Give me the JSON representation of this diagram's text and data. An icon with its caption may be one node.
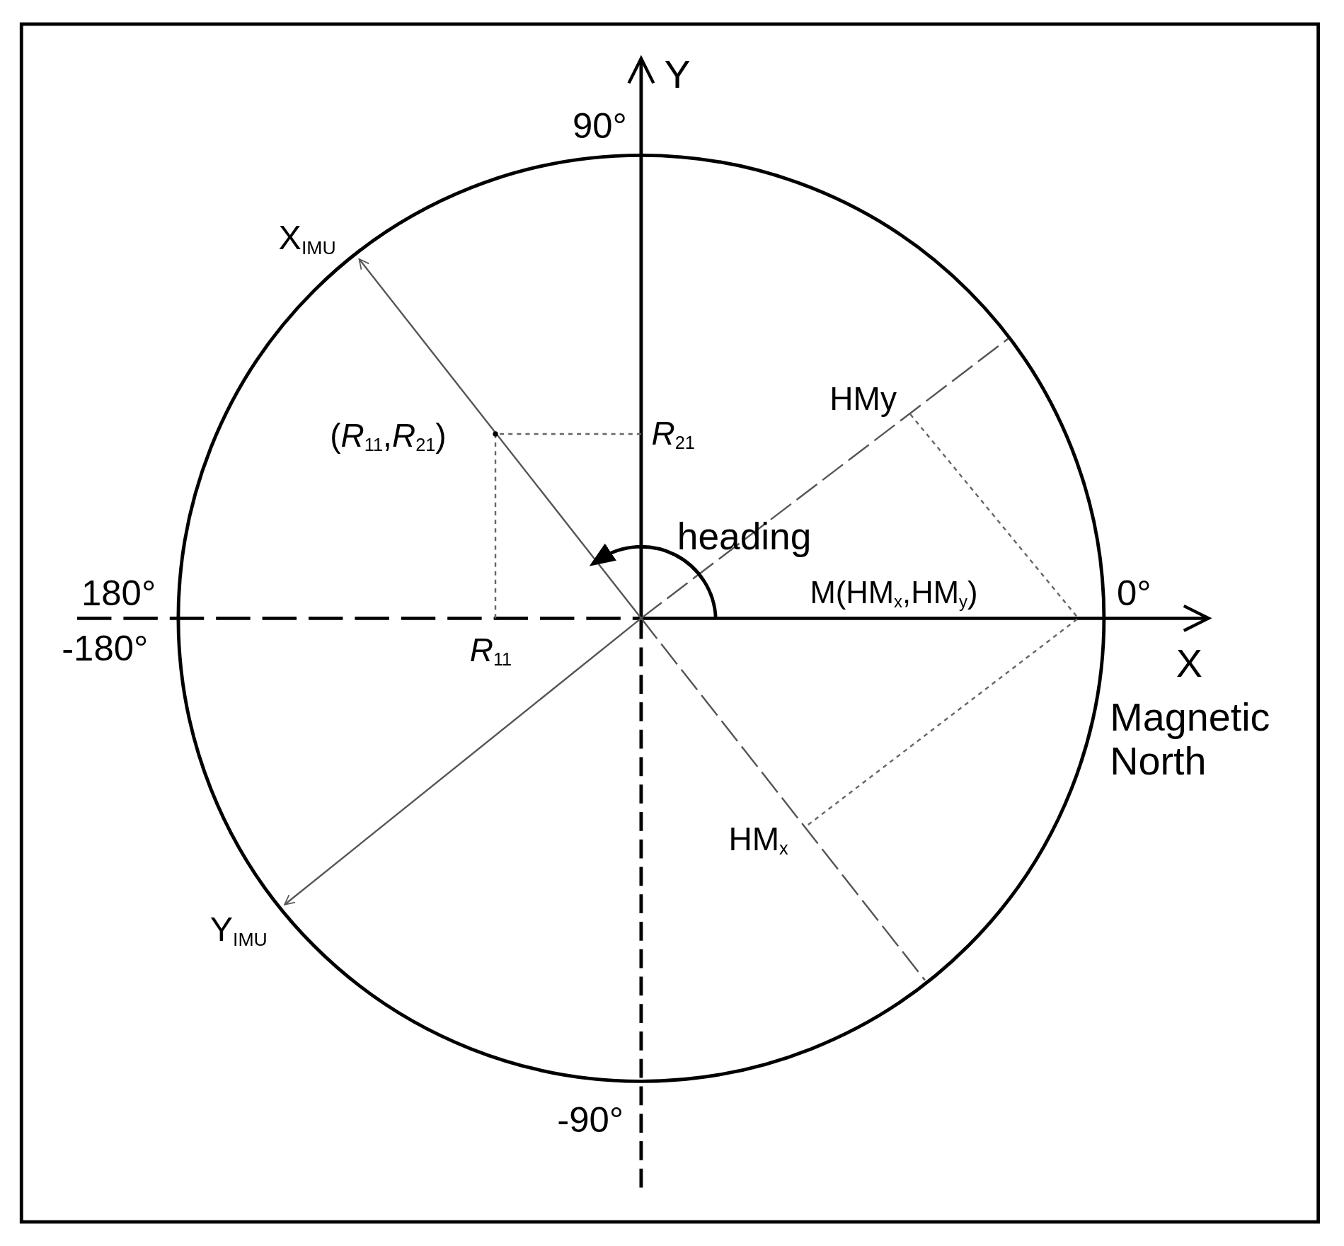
{
  "diagram": {
    "labels": [
      "Y",
      "90°",
      "X$_{IMU}$",
      "HMy",
      "(*R*$_{11}$,*R*$_{21}$)",
      "*R*$_{21}$",
      "heading",
      "180°",
      "M(HM$_{x}$,HM$_{y}$)",
      "0°",
      "-180°",
      "*R*$_{11}$",
      "X",
      "Magnetic North",
      "HM$_{x}$",
      "Y$_{IMU}$",
      "-90°"
    ]
  }
}
